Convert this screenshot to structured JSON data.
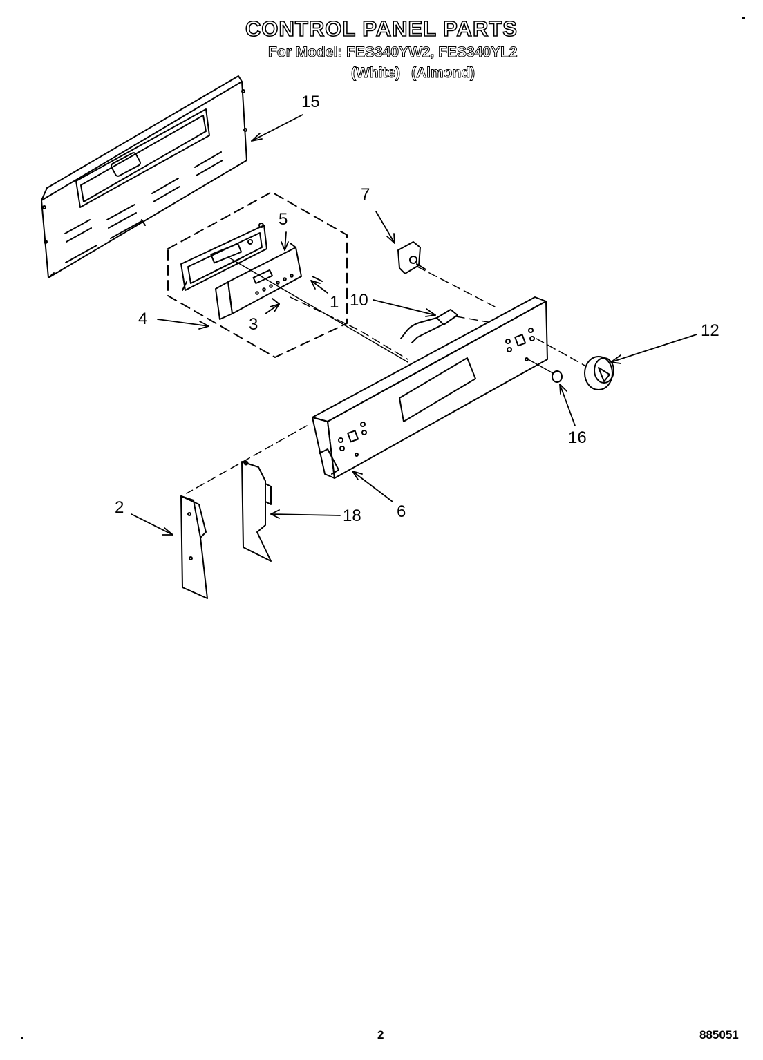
{
  "header": {
    "title": "CONTROL PANEL PARTS",
    "model_line": "For Model: FES340YW2, FES340YL2",
    "color_white": "(White)",
    "color_almond": "(Almond)"
  },
  "callouts": [
    "15",
    "7",
    "5",
    "1",
    "10",
    "4",
    "3",
    "12",
    "16",
    "6",
    "2",
    "18"
  ],
  "footer": {
    "page_number": "2",
    "document_number": "885051"
  }
}
